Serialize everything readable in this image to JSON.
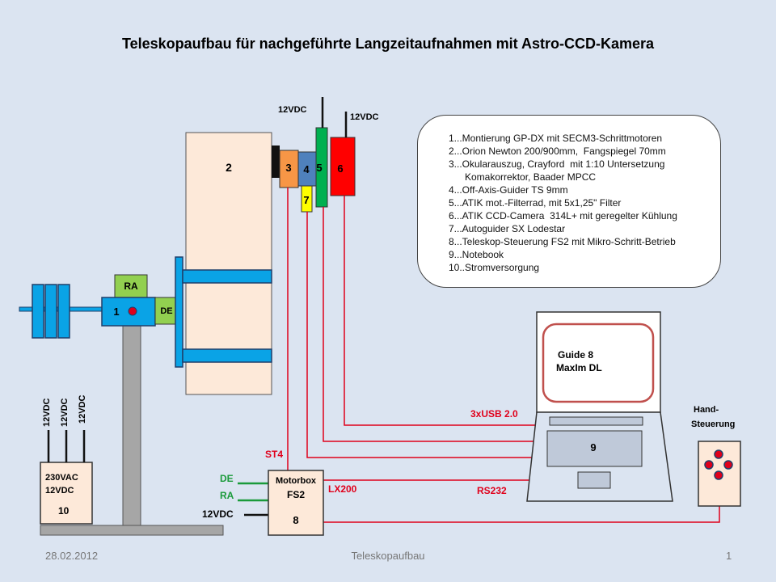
{
  "title": "Teleskopaufbau für nachgeführte Langzeitaufnahmen mit Astro-CCD-Kamera",
  "legend": [
    "1...Montierung GP-DX mit SECM3-Schrittmotoren",
    "2...Orion Newton 200/900mm,  Fangspiegel 70mm",
    "3...Okularauszug, Crayford  mit 1:10 Untersetzung",
    "      Komakorrektor, Baader MPCC",
    "4...Off-Axis-Guider TS 9mm",
    "5...ATIK mot.-Filterrad, mit 5x1,25\" Filter",
    "6...ATIK CCD-Camera  314L+ mit geregelter Kühlung",
    "7...Autoguider SX Lodestar",
    "8...Teleskop-Steuerung FS2 mit Mikro-Schritt-Betrieb",
    "9...Notebook",
    "10..Stromversorgung"
  ],
  "components": {
    "mount_num": "1",
    "tube_num": "2",
    "focuser_num": "3",
    "oag_num": "4",
    "filterwheel_num": "5",
    "camera_num": "6",
    "guider_num": "7",
    "ra": "RA",
    "de": "DE",
    "power_num": "10",
    "power_l1": "230VAC",
    "power_l2": "12VDC",
    "fs2_num": "8",
    "fs2_l1": "Motorbox",
    "fs2_l2": "FS2",
    "notebook_num": "9",
    "screen_l1": "Guide 8",
    "screen_l2": "MaxIm DL",
    "hand_l1": "Hand-",
    "hand_l2": "Steuerung"
  },
  "labels": {
    "v_filter": "12VDC",
    "v_camera": "12VDC",
    "v_fs2": "12VDC",
    "v_power_1": "12VDC",
    "v_power_2": "12VDC",
    "v_power_3": "12VDC",
    "usb": "3xUSB 2.0",
    "st4": "ST4",
    "lx200": "LX200",
    "rs232": "RS232",
    "de_in": "DE",
    "ra_in": "RA"
  },
  "colors": {
    "background": "#dbe4f1",
    "mount_blue": "#0aa3e6",
    "tube": "#fde9d9",
    "green": "#92d050",
    "focuser": "#f79646",
    "oag": "#4f81bd",
    "filterwheel": "#00b050",
    "camera": "#ff0000",
    "guider": "#ffff00",
    "cable_red": "#e0001b",
    "cable_green": "#1a9a3a"
  },
  "footer": {
    "date": "28.02.2012",
    "center": "Teleskopaufbau",
    "page": "1"
  }
}
